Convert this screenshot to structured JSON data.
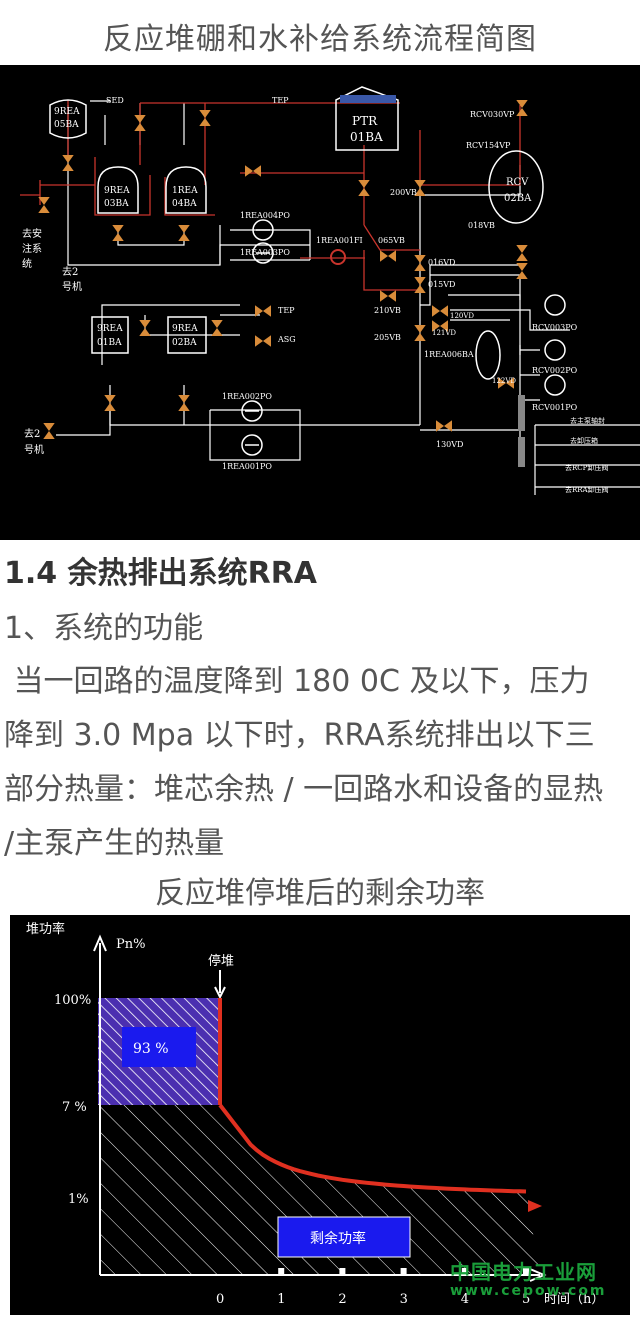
{
  "diagram_title": "反应堆硼和水补给系统流程简图",
  "diagram": {
    "tanks": {
      "t9rea05": [
        "9REA",
        "05BA"
      ],
      "t9rea03": [
        "9REA",
        "03BA"
      ],
      "t1rea04": [
        "1REA",
        "04BA"
      ],
      "ptr": [
        "PTR",
        "01BA"
      ],
      "rcv": [
        "RCV",
        "02BA"
      ],
      "t9rea01": [
        "9REA",
        "01BA"
      ],
      "t9rea02": [
        "9REA",
        "02BA"
      ]
    },
    "labels": {
      "sed": "SED",
      "tep1": "TEP",
      "tep2": "TEP",
      "asg": "ASG",
      "rcv030vp": "RCV030VP",
      "rcv154vp": "RCV154VP",
      "v200vb": "200VB",
      "v018vb": "018VB",
      "p004": "1REA004PO",
      "p003": "1REA003PO",
      "fi001": "1REA001FI",
      "v065vb": "065VB",
      "v016vd": "016VD",
      "v015vd": "015VD",
      "v210vb": "210VB",
      "v120vd": "120VD",
      "v121vd": "121VD",
      "v205vb": "205VB",
      "ba006": "1REA006BA",
      "v122vd": "122VD",
      "rcv003": "RCV003PO",
      "rcv002": "RCV002PO",
      "rcv001": "RCV001PO",
      "p002": "1REA002PO",
      "p001": "1REA001PO",
      "v130vd": "130VD",
      "to_safety": [
        "去安",
        "注系",
        "统"
      ],
      "to_unit2_top": [
        "去2",
        "号机"
      ],
      "to_unit2_bottom": [
        "去2",
        "号机"
      ],
      "dest1": "去主泵轴封",
      "dest2": "去卸压箱",
      "dest3": "去RCP卸压阀",
      "dest4": "去RRA卸压阀"
    }
  },
  "section": {
    "heading": "1.4 余热排出系统RRA",
    "subheading": "1、系统的功能",
    "lines": [
      " 当一回路的温度降到 180 0C 及以下，压力",
      "降到 3.0 Mpa 以下时，RRA系统排出以下三",
      "部分热量：堆芯余热 / 一回路水和设备的显热",
      "/主泵产生的热量"
    ]
  },
  "chart_title": "反应堆停堆后的剩余功率",
  "chart_data": {
    "type": "area",
    "ylabel": "堆功率",
    "ylabel_unit": "Pn%",
    "xlabel": "时间（h）",
    "yticks": [
      "100%",
      "7 %",
      "1%"
    ],
    "xticks": [
      "0",
      "1",
      "2",
      "3",
      "4",
      "5"
    ],
    "shutdown_label": "停堆",
    "box_93": "93 %",
    "box_residual": "剩余功率",
    "series": [
      {
        "x": [
          0,
          0.5,
          1,
          2,
          3,
          4,
          5
        ],
        "y": [
          7,
          4.5,
          3.5,
          2.2,
          1.6,
          1.2,
          1
        ]
      }
    ],
    "colors": {
      "curve": "#e03020",
      "purple": "#5a3ab8",
      "blue_box": "#1a1aee"
    }
  },
  "watermark": {
    "name": "中国电力工业网",
    "url": "www.cepow.com"
  }
}
